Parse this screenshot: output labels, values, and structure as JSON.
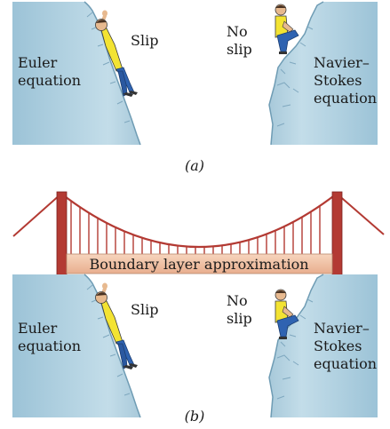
{
  "panel_a": {
    "left_label": [
      "Euler",
      "equation"
    ],
    "slip_label": "Slip",
    "no_slip_label": [
      "No",
      "slip"
    ],
    "right_label": [
      "Navier–",
      "Stokes",
      "equation"
    ],
    "caption": "(a)"
  },
  "panel_b": {
    "bridge_label": "Boundary layer approximation",
    "left_label": [
      "Euler",
      "equation"
    ],
    "slip_label": "Slip",
    "no_slip_label": [
      "No",
      "slip"
    ],
    "right_label": [
      "Navier–",
      "Stokes",
      "equation"
    ],
    "caption": "(b)"
  },
  "colors": {
    "cliff": "#b5d3e2",
    "cliff_dark": "#6f9cb4",
    "bridge": "#b33a33",
    "deck": "#f0c2a5",
    "shirt": "#f3e332",
    "pants": "#2f63b1"
  }
}
